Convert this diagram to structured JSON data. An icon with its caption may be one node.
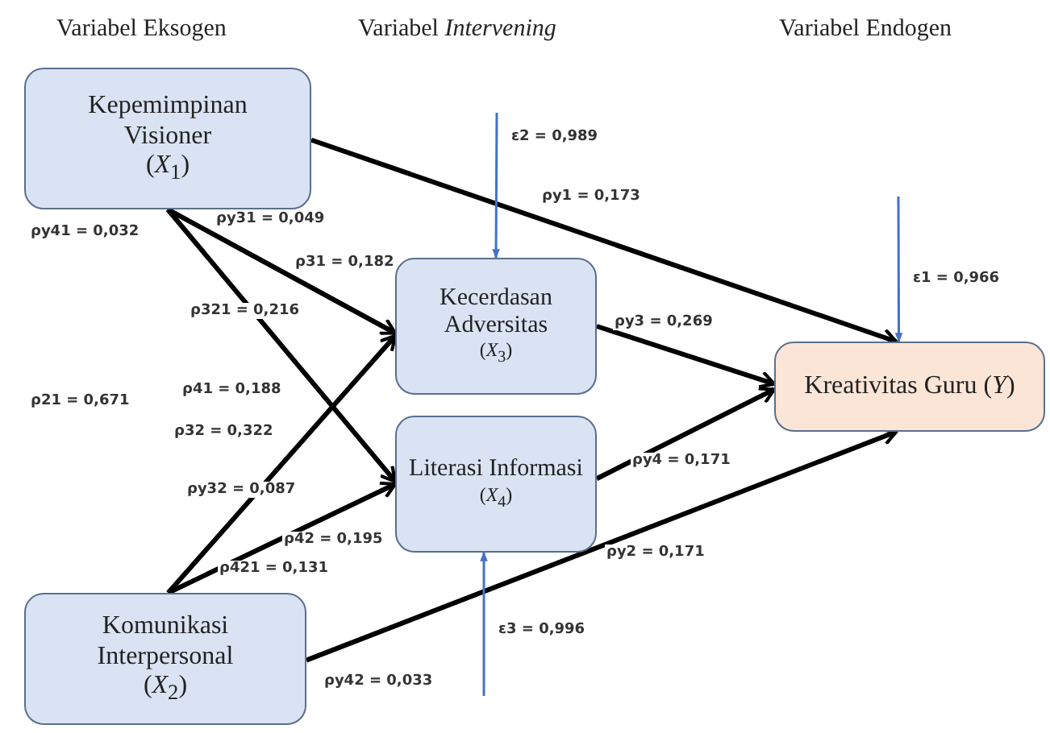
{
  "diagram": {
    "nodes": [
      {
        "text": [
          "Kepemimpinan Visioner",
          "(*X*$_{1}$)"
        ]
      },
      {
        "text": [
          "Kecerdasan Adversitas",
          "(*X*$_{3}$)"
        ]
      },
      {
        "text": [
          "Literasi Informasi",
          "(*X*$_{4}$)"
        ]
      },
      {
        "text": [
          "Komunikasi Interpersonal",
          "(*X*$_{2}$)"
        ]
      },
      {
        "text": [
          "Kreativitas Guru (*Y*)"
        ]
      }
    ],
    "edges": [
      {
        "from": 0,
        "to": 4,
        "arrow": "to",
        "label": "ρy1 = 0,173"
      },
      {
        "from": 0,
        "to": 1,
        "arrow": "to",
        "label": "ρ31 = 0,182"
      },
      {
        "from": 0,
        "to": 2,
        "arrow": "to",
        "label": "ρ41 = 0,188"
      },
      {
        "from": 3,
        "to": 1,
        "arrow": "to",
        "label": "ρ32 = 0,322"
      },
      {
        "from": 3,
        "to": 2,
        "arrow": "to",
        "label": "ρ42 = 0,195"
      },
      {
        "from": 3,
        "to": 4,
        "arrow": "to",
        "label": "ρy2 = 0,171"
      },
      {
        "from": 1,
        "to": 4,
        "arrow": "to",
        "label": "ρy3 = 0,269"
      },
      {
        "from": 2,
        "to": 4,
        "arrow": "to",
        "label": "ρy4 = 0,171"
      },
      {
        "from": null,
        "to": 1,
        "arrow": "to",
        "label": "ε2 = 0,989",
        "color": "#4472c4"
      },
      {
        "from": null,
        "to": 2,
        "arrow": "to",
        "label": "ε3 = 0,996",
        "color": "#4472c4"
      },
      {
        "from": null,
        "to": 4,
        "arrow": "to",
        "label": "ε1 = 0,966",
        "color": "#4472c4"
      }
    ],
    "labels": [
      "Variabel Eksogen",
      "Variabel *Intervening*",
      "Variabel Endogen",
      "ρy41 = 0,032",
      "ρy31 = 0,049",
      "ρ321 = 0,216",
      "ρ21 = 0,671",
      "ρy32 = 0,087",
      "ρ421 = 0,131",
      "ρy42 = 0,033"
    ]
  }
}
